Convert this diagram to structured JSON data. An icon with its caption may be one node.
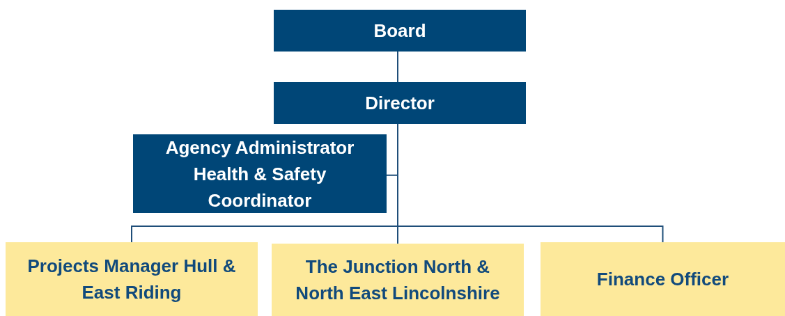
{
  "diagram": {
    "nodes": [
      {
        "text": [
          "Board"
        ]
      },
      {
        "text": [
          "Director"
        ]
      },
      {
        "text": [
          "Agency Administrator Health & Safety Coordinator"
        ]
      },
      {
        "text": [
          "Projects Manager Hull & East Riding"
        ]
      },
      {
        "text": [
          "The Junction North & North East Lincolnshire"
        ]
      },
      {
        "text": [
          "Finance Officer"
        ]
      }
    ],
    "edges": [
      {
        "from": 0,
        "to": 1,
        "arrow": "none"
      },
      {
        "from": 1,
        "to": 2,
        "arrow": "none"
      },
      {
        "from": 1,
        "to": 3,
        "arrow": "none"
      },
      {
        "from": 1,
        "to": 4,
        "arrow": "none"
      },
      {
        "from": 1,
        "to": 5,
        "arrow": "none"
      }
    ]
  }
}
